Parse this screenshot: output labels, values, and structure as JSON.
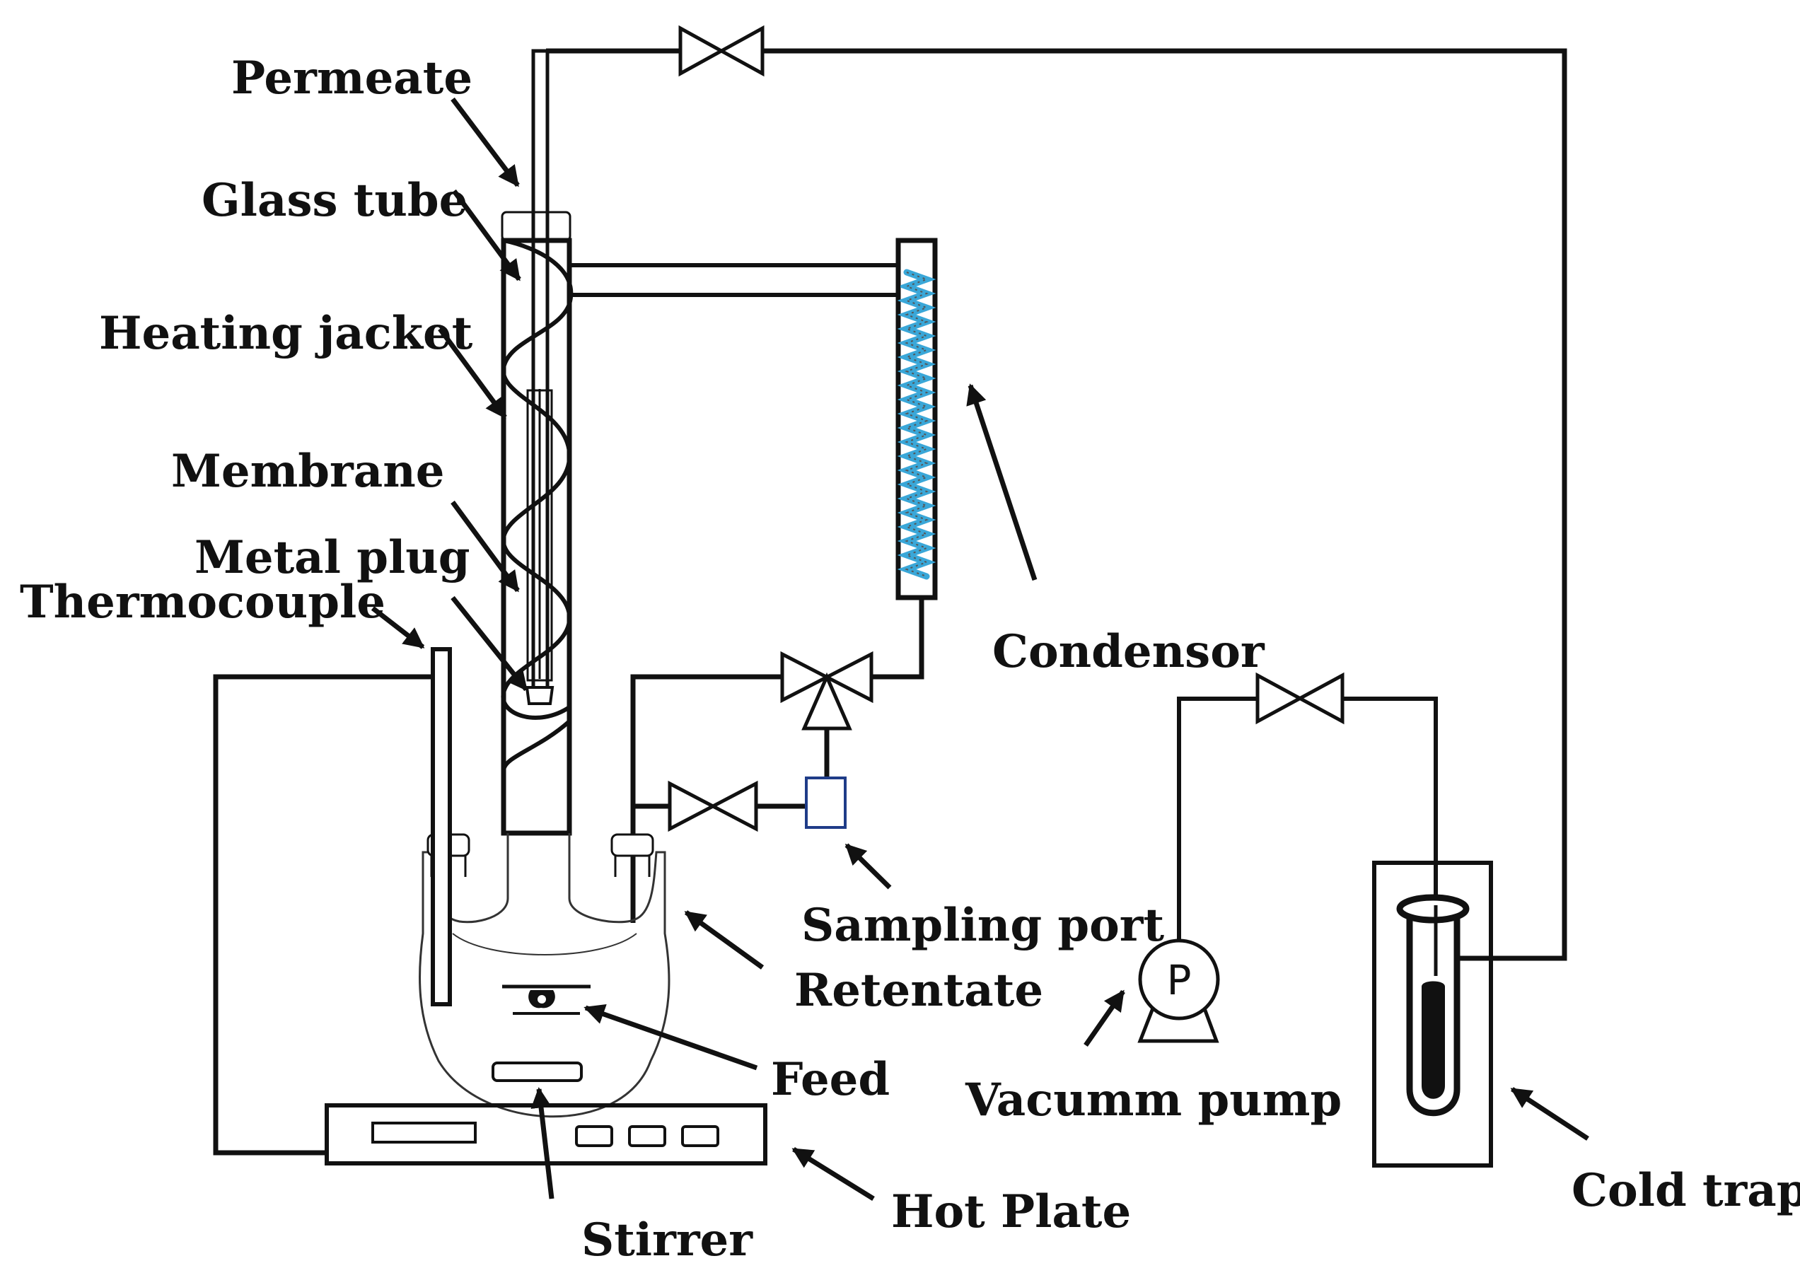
{
  "labels": {
    "permeate": "Permeate",
    "glass_tube": "Glass tube",
    "heating_jacket": "Heating jacket",
    "membrane": "Membrane",
    "metal_plug": "Metal plug",
    "thermocouple": "Thermocouple",
    "condensor": "Condensor",
    "sampling_port": "Sampling port",
    "retentate": "Retentate",
    "feed": "Feed",
    "stirrer": "Stirrer",
    "hot_plate": "Hot Plate",
    "vacuum_pump": "Vacumm pump",
    "cold_trap": "Cold trap",
    "pump_symbol": "P"
  },
  "colors": {
    "line": "#111111",
    "condenser_coil": "#3aa7d8",
    "sampling_port_box": "#1f3c88",
    "background": "#ffffff"
  }
}
